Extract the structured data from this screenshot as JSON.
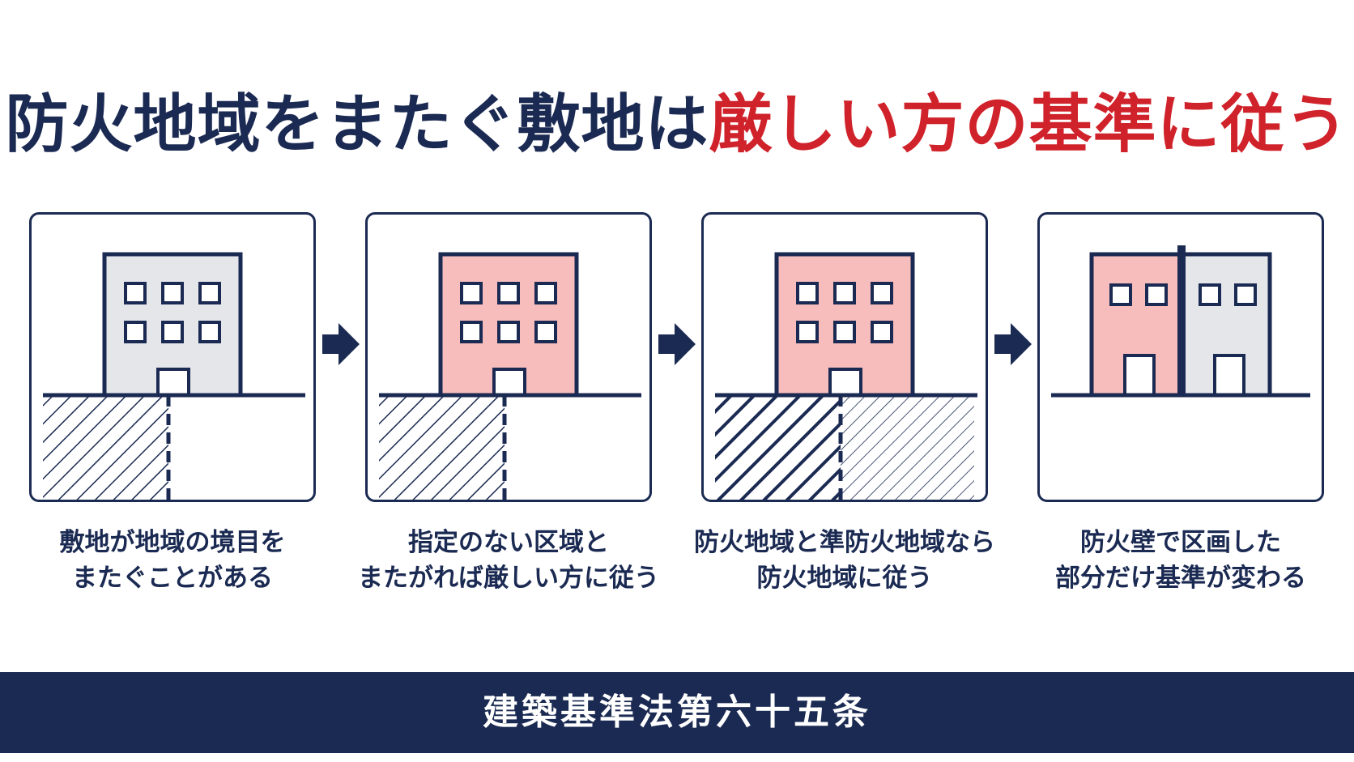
{
  "title": {
    "normal": "防火地域をまたぐ敷地は",
    "accent": "厳しい方の基準に従う"
  },
  "colors": {
    "navy": "#1b2a52",
    "red": "#d0222a",
    "building_gray": "#e4e6ea",
    "building_pink": "#f7bcbc"
  },
  "panels": [
    {
      "caption": [
        "敷地が地域の境目を",
        "またぐことがある"
      ]
    },
    {
      "caption": [
        "指定のない区域と",
        "またがれば厳しい方に従う"
      ]
    },
    {
      "caption": [
        "防火地域と準防火地域なら",
        "防火地域に従う"
      ]
    },
    {
      "caption": [
        "防火壁で区画した",
        "部分だけ基準が変わる"
      ]
    }
  ],
  "footer": {
    "text": "建築基準法第六十五条"
  }
}
